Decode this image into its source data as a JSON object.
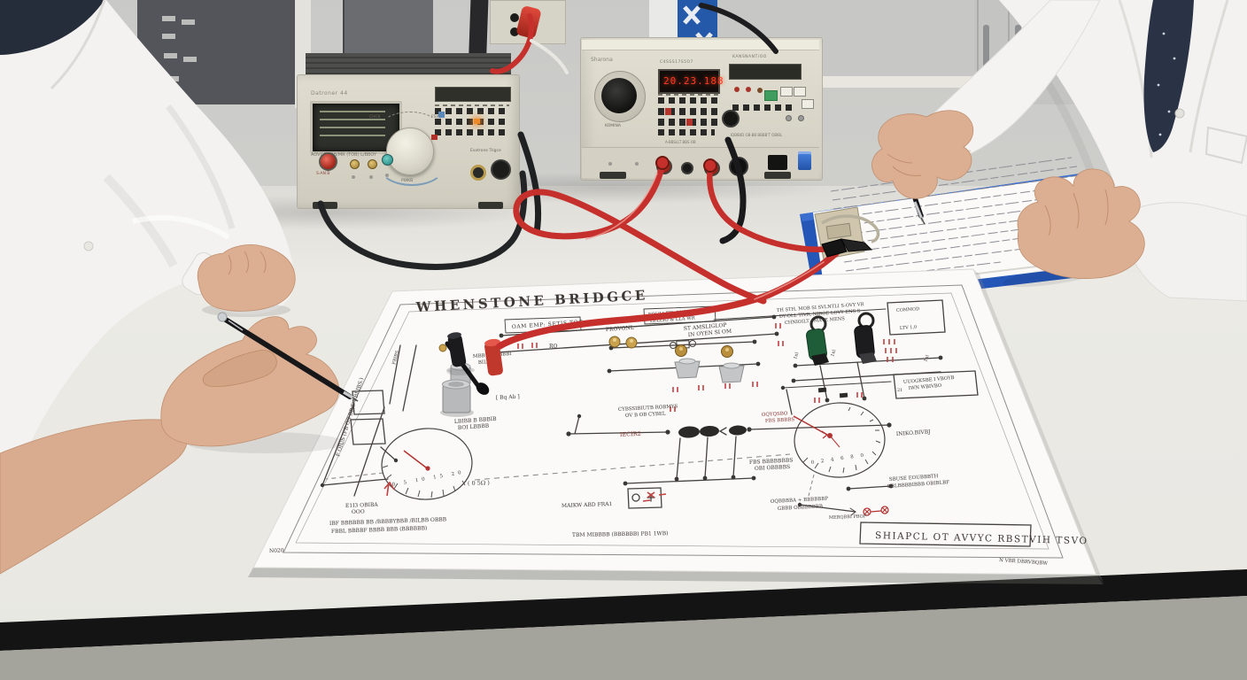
{
  "schematic": {
    "title": "WHENSTONE BRIDGCE",
    "labels": {
      "gain_box": "OAM EMP: SETIS TOG",
      "ro": "RO",
      "frovonl": "FROVONL",
      "freq1": "FOULLITD OUD FRMNY",
      "freq2": "LELLIO & LLA WR",
      "amsl1": "ST AMSLIGLOP",
      "amsl2": "IN OYEN SI OM",
      "tr1": "TH STH, MOB SI SVLNTLI S-OVY VR",
      "tr2": "DY-OLL TIVR, NIROE LOVY ENS S",
      "tr3": "CHNIOILT - MAVE MENS",
      "commod": "COMMOD",
      "ltv": "LTV 1,0",
      "uuog1": "UUOGKSBE I VBOYB",
      "uuog2": "IWN WBIVBO",
      "n21": "21",
      "iniko": "INIKO.BIVBJ",
      "cybs1": "CYBSSIBIUTB ROBMYS",
      "cybs2": "OV B OB CYBEL",
      "iecir": "IECIR2",
      "bqab": "[ Bq Ab ]",
      "lbib1": "LBIBB B BBBIB",
      "lbib2": "BOI LBBBB",
      "mbb1": "MBB BB BBBBI",
      "mbb2": "BILBBQB",
      "dial_a1": "E1I3 OBIBA",
      "dial_a2": "OOO",
      "ohm": "( 0 5Ω )",
      "foot1": "IBF BBBBBB BB /BBBBYBBB /BILBB OBBB",
      "foot2": "FBBL BBBBF BBBB BBB (BBBBBB)",
      "maikw": "MAIKW ABD FRA1",
      "oqy1": "OQYQSBO",
      "oqy2": "FBS BBBBS",
      "fbs1": "FBS BBBBBBBS",
      "fbs2": "OBI OBBBBS",
      "sbv1": "SBUSE EOUBBBTH",
      "sbv2": "BBLBBBBIBBB OBIBLBF",
      "oqb1": "OQBBBBA + BBBBBBP",
      "oqb2": "GBBB OBBBBBBB",
      "merq": "MERQBBI PBOF",
      "title_box": "SHIAPCL OT AVVYC RBSTVIH TSVO",
      "corner": "N VBR DBRVBQBW",
      "n020": "N020",
      "vleft": "F OIUS (FB OS BB/F FBI IBS.)",
      "vbox": "FBIBS",
      "tbm": "TBM MIBBBB (BBBBBB) PB1 1WB)",
      "dial_a_ticks": "0  5  10  15  20",
      "dial_b_ticks": "0 2 4 6 8 0",
      "clip_mark": "1nl"
    }
  },
  "instruments": {
    "left": {
      "brand": "Datroner 44",
      "model": "AOVGBY BB/MR (TOB) L/BBOY",
      "trigger": "Exxtrone Trigce",
      "port": "S-AN B",
      "knob1": "CHCK",
      "knob2": "FSWB",
      "knob3": "PWKB"
    },
    "right": {
      "brand": "Sharona",
      "header": "C4SSS17S5O7",
      "header2": "KANSNANT/OO",
      "display": "20.23.188",
      "knob": "KOMINA",
      "mid": "A-BBSLLT BBS OB",
      "footer": "IDBIBID OB-BB BBBB'T OBIBL"
    }
  },
  "colors": {
    "accent_red": "#c5302c",
    "clipboard_blue": "#2456b8",
    "led_red": "#ff3a20",
    "coat_white": "#f3f2f0"
  }
}
